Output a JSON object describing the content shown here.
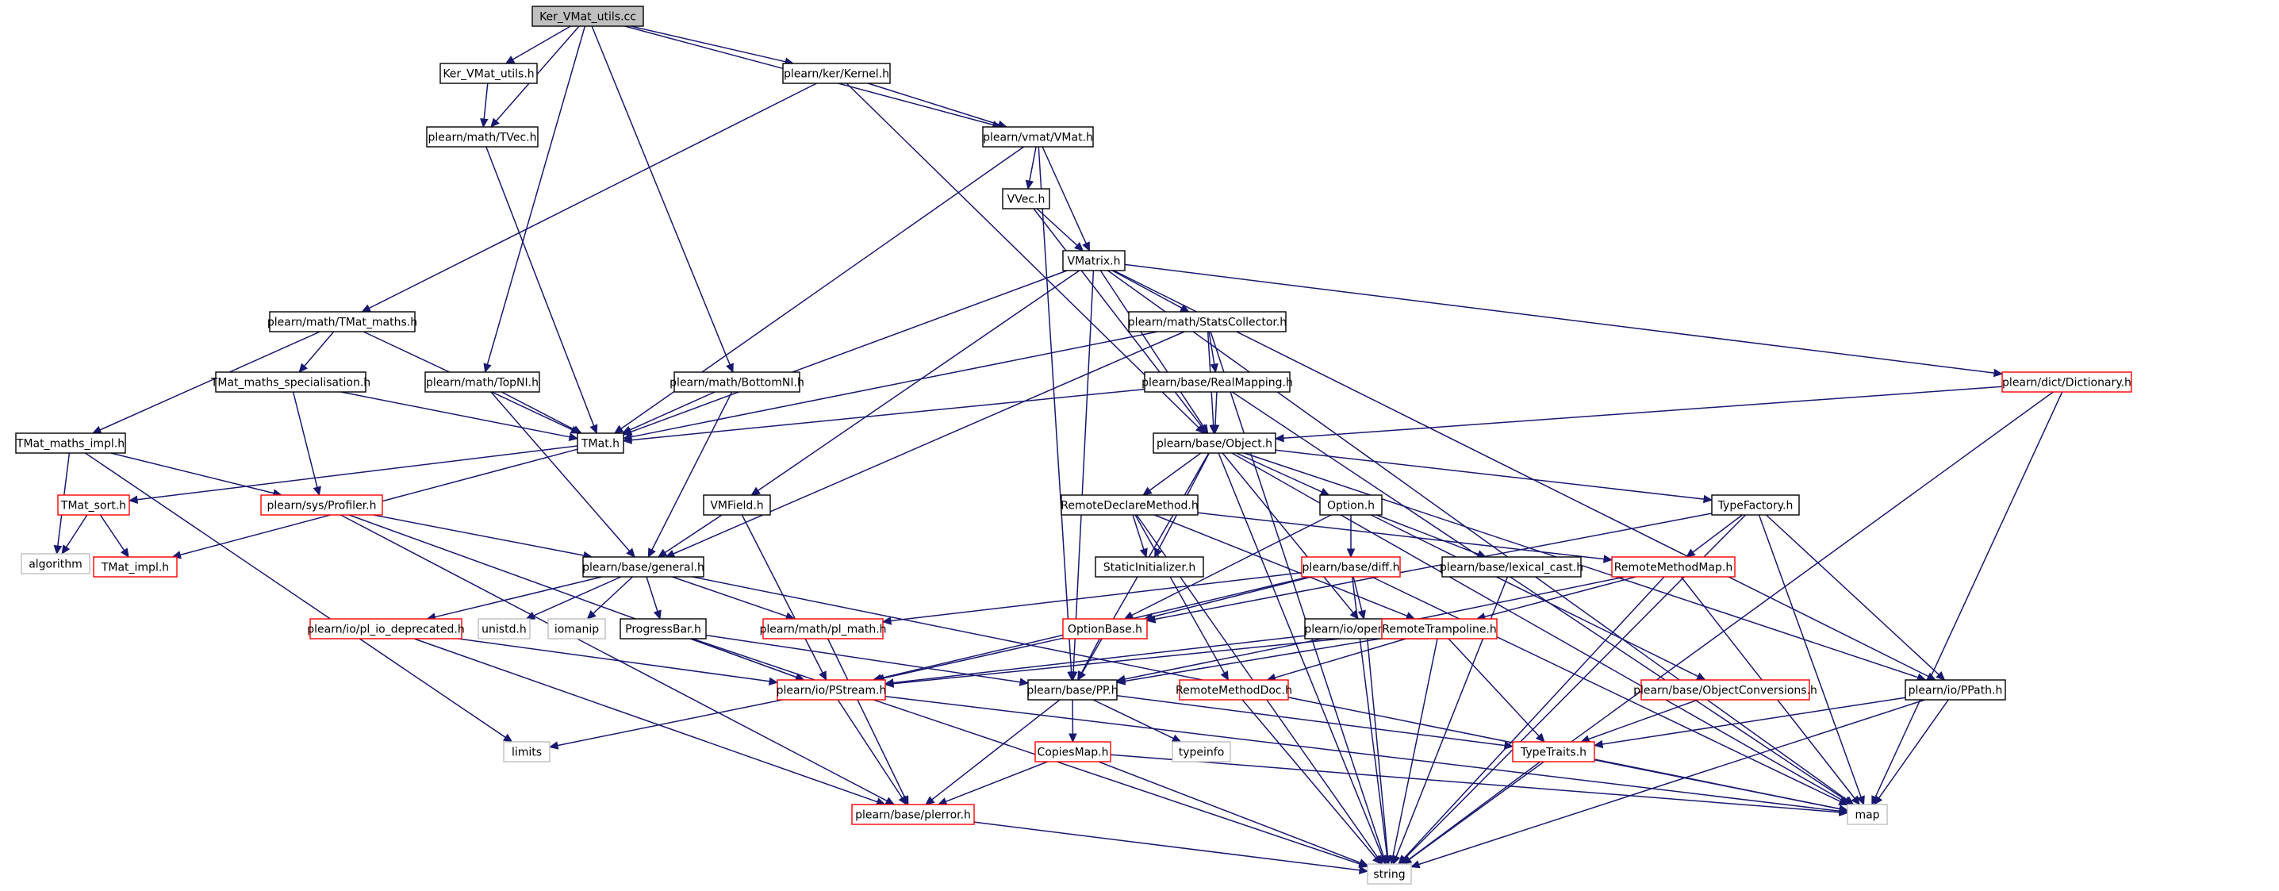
{
  "graph": {
    "title": "Ker_VMat_utils.cc",
    "colors": {
      "edge": "#191970",
      "root_fill": "#bfbfbf",
      "node_border_normal": "#000000",
      "node_border_incomplete": "#ff0000",
      "node_border_system": "#bfbfbf",
      "text": "#000000"
    },
    "nodes": [
      {
        "id": "root",
        "label": "Ker_VMat_utils.cc",
        "kind": "root"
      },
      {
        "id": "kvu",
        "label": "Ker_VMat_utils.h",
        "kind": "normal"
      },
      {
        "id": "tvec",
        "label": "plearn/math/TVec.h",
        "kind": "normal"
      },
      {
        "id": "kernel",
        "label": "plearn/ker/Kernel.h",
        "kind": "normal"
      },
      {
        "id": "vmat",
        "label": "plearn/vmat/VMat.h",
        "kind": "normal"
      },
      {
        "id": "vvec",
        "label": "VVec.h",
        "kind": "normal"
      },
      {
        "id": "vmatrix",
        "label": "VMatrix.h",
        "kind": "normal"
      },
      {
        "id": "tmatmaths",
        "label": "plearn/math/TMat_maths.h",
        "kind": "normal"
      },
      {
        "id": "statscol",
        "label": "plearn/math/StatsCollector.h",
        "kind": "normal"
      },
      {
        "id": "tmspec",
        "label": "TMat_maths_specialisation.h",
        "kind": "normal"
      },
      {
        "id": "topnl",
        "label": "plearn/math/TopNI.h",
        "kind": "normal"
      },
      {
        "id": "botnl",
        "label": "plearn/math/BottomNI.h",
        "kind": "normal"
      },
      {
        "id": "realmap",
        "label": "plearn/base/RealMapping.h",
        "kind": "normal"
      },
      {
        "id": "dict",
        "label": "plearn/dict/Dictionary.h",
        "kind": "incomplete"
      },
      {
        "id": "tmimpl",
        "label": "TMat_maths_impl.h",
        "kind": "normal"
      },
      {
        "id": "tmat",
        "label": "TMat.h",
        "kind": "normal"
      },
      {
        "id": "object",
        "label": "plearn/base/Object.h",
        "kind": "normal"
      },
      {
        "id": "tmsort",
        "label": "TMat_sort.h",
        "kind": "incomplete"
      },
      {
        "id": "profiler",
        "label": "plearn/sys/Profiler.h",
        "kind": "incomplete"
      },
      {
        "id": "vmfield",
        "label": "VMField.h",
        "kind": "normal"
      },
      {
        "id": "rdm",
        "label": "RemoteDeclareMethod.h",
        "kind": "normal"
      },
      {
        "id": "option",
        "label": "Option.h",
        "kind": "normal"
      },
      {
        "id": "typefac",
        "label": "TypeFactory.h",
        "kind": "normal"
      },
      {
        "id": "algorithm",
        "label": "algorithm",
        "kind": "system"
      },
      {
        "id": "tmatimpl",
        "label": "TMat_impl.h",
        "kind": "incomplete"
      },
      {
        "id": "general",
        "label": "plearn/base/general.h",
        "kind": "normal"
      },
      {
        "id": "staticinit",
        "label": "StaticInitializer.h",
        "kind": "normal"
      },
      {
        "id": "diff",
        "label": "plearn/base/diff.h",
        "kind": "incomplete"
      },
      {
        "id": "lexcast",
        "label": "plearn/base/lexical_cast.h",
        "kind": "normal"
      },
      {
        "id": "rmm",
        "label": "RemoteMethodMap.h",
        "kind": "incomplete"
      },
      {
        "id": "pliodep",
        "label": "plearn/io/pl_io_deprecated.h",
        "kind": "incomplete"
      },
      {
        "id": "unistd",
        "label": "unistd.h",
        "kind": "system"
      },
      {
        "id": "iomanip",
        "label": "iomanip",
        "kind": "system"
      },
      {
        "id": "progress",
        "label": "ProgressBar.h",
        "kind": "normal"
      },
      {
        "id": "plmath",
        "label": "plearn/math/pl_math.h",
        "kind": "incomplete"
      },
      {
        "id": "optbase",
        "label": "OptionBase.h",
        "kind": "incomplete"
      },
      {
        "id": "openstr",
        "label": "plearn/io/openString.h",
        "kind": "normal"
      },
      {
        "id": "rtramp",
        "label": "RemoteTrampoline.h",
        "kind": "incomplete"
      },
      {
        "id": "pstream",
        "label": "plearn/io/PStream.h",
        "kind": "incomplete"
      },
      {
        "id": "pp",
        "label": "plearn/base/PP.h",
        "kind": "normal"
      },
      {
        "id": "rmdoc",
        "label": "RemoteMethodDoc.h",
        "kind": "incomplete"
      },
      {
        "id": "objconv",
        "label": "plearn/base/ObjectConversions.h",
        "kind": "incomplete"
      },
      {
        "id": "ppath",
        "label": "plearn/io/PPath.h",
        "kind": "normal"
      },
      {
        "id": "limits",
        "label": "limits",
        "kind": "system"
      },
      {
        "id": "copiesmap",
        "label": "CopiesMap.h",
        "kind": "incomplete"
      },
      {
        "id": "typeinfo",
        "label": "typeinfo",
        "kind": "system"
      },
      {
        "id": "typetraits",
        "label": "TypeTraits.h",
        "kind": "incomplete"
      },
      {
        "id": "map",
        "label": "map",
        "kind": "system"
      },
      {
        "id": "plerror",
        "label": "plearn/base/plerror.h",
        "kind": "incomplete"
      },
      {
        "id": "string",
        "label": "string",
        "kind": "system"
      }
    ],
    "edges": [
      [
        "root",
        "kvu"
      ],
      [
        "root",
        "tvec"
      ],
      [
        "root",
        "kernel"
      ],
      [
        "root",
        "vmat"
      ],
      [
        "root",
        "topnl"
      ],
      [
        "root",
        "botnl"
      ],
      [
        "kvu",
        "tvec"
      ],
      [
        "tvec",
        "tmat"
      ],
      [
        "kernel",
        "vmat"
      ],
      [
        "kernel",
        "tmatmaths"
      ],
      [
        "kernel",
        "object"
      ],
      [
        "vmat",
        "vvec"
      ],
      [
        "vmat",
        "vmatrix"
      ],
      [
        "vmat",
        "tmat"
      ],
      [
        "vmat",
        "pp"
      ],
      [
        "vvec",
        "vmatrix"
      ],
      [
        "vvec",
        "object"
      ],
      [
        "vmatrix",
        "statscol"
      ],
      [
        "vmatrix",
        "tmat"
      ],
      [
        "vmatrix",
        "object"
      ],
      [
        "vmatrix",
        "vmfield"
      ],
      [
        "vmatrix",
        "pp"
      ],
      [
        "vmatrix",
        "ppath"
      ],
      [
        "vmatrix",
        "map"
      ],
      [
        "vmatrix",
        "dict"
      ],
      [
        "tmatmaths",
        "tmspec"
      ],
      [
        "tmatmaths",
        "tmimpl"
      ],
      [
        "tmatmaths",
        "tmat"
      ],
      [
        "tmspec",
        "tmat"
      ],
      [
        "tmspec",
        "profiler"
      ],
      [
        "statscol",
        "tmat"
      ],
      [
        "statscol",
        "realmap"
      ],
      [
        "statscol",
        "object"
      ],
      [
        "statscol",
        "general"
      ],
      [
        "statscol",
        "string"
      ],
      [
        "topnl",
        "tmat"
      ],
      [
        "topnl",
        "general"
      ],
      [
        "botnl",
        "tmat"
      ],
      [
        "botnl",
        "general"
      ],
      [
        "realmap",
        "tmat"
      ],
      [
        "realmap",
        "object"
      ],
      [
        "realmap",
        "map"
      ],
      [
        "dict",
        "object"
      ],
      [
        "dict",
        "map"
      ],
      [
        "dict",
        "string"
      ],
      [
        "tmimpl",
        "algorithm"
      ],
      [
        "tmimpl",
        "profiler"
      ],
      [
        "tmimpl",
        "limits"
      ],
      [
        "tmat",
        "tmsort"
      ],
      [
        "tmat",
        "tmatimpl"
      ],
      [
        "tmsort",
        "algorithm"
      ],
      [
        "tmsort",
        "tmatimpl"
      ],
      [
        "profiler",
        "general"
      ],
      [
        "profiler",
        "pstream"
      ],
      [
        "profiler",
        "plerror"
      ],
      [
        "object",
        "rdm"
      ],
      [
        "object",
        "option"
      ],
      [
        "object",
        "typefac"
      ],
      [
        "object",
        "staticinit"
      ],
      [
        "object",
        "openstr"
      ],
      [
        "object",
        "pp"
      ],
      [
        "object",
        "ppath"
      ],
      [
        "object",
        "map"
      ],
      [
        "object",
        "string"
      ],
      [
        "vmfield",
        "general"
      ],
      [
        "vmfield",
        "pstream"
      ],
      [
        "rdm",
        "staticinit"
      ],
      [
        "rdm",
        "rmm"
      ],
      [
        "rdm",
        "rtramp"
      ],
      [
        "rdm",
        "rmdoc"
      ],
      [
        "rdm",
        "string"
      ],
      [
        "option",
        "diff"
      ],
      [
        "option",
        "lexcast"
      ],
      [
        "option",
        "optbase"
      ],
      [
        "option",
        "objconv"
      ],
      [
        "typefac",
        "rmm"
      ],
      [
        "typefac",
        "optbase"
      ],
      [
        "typefac",
        "ppath"
      ],
      [
        "typefac",
        "map"
      ],
      [
        "typefac",
        "string"
      ],
      [
        "general",
        "pliodep"
      ],
      [
        "general",
        "unistd"
      ],
      [
        "general",
        "iomanip"
      ],
      [
        "general",
        "progress"
      ],
      [
        "general",
        "plmath"
      ],
      [
        "general",
        "map"
      ],
      [
        "diff",
        "plmath"
      ],
      [
        "diff",
        "optbase"
      ],
      [
        "diff",
        "openstr"
      ],
      [
        "diff",
        "pstream"
      ],
      [
        "diff",
        "map"
      ],
      [
        "diff",
        "string"
      ],
      [
        "lexcast",
        "string"
      ],
      [
        "rmm",
        "rtramp"
      ],
      [
        "rmm",
        "pp"
      ],
      [
        "rmm",
        "map"
      ],
      [
        "rmm",
        "string"
      ],
      [
        "pliodep",
        "pstream"
      ],
      [
        "pliodep",
        "plerror"
      ],
      [
        "progress",
        "pstream"
      ],
      [
        "progress",
        "pp"
      ],
      [
        "progress",
        "string"
      ],
      [
        "plmath",
        "plerror"
      ],
      [
        "optbase",
        "pstream"
      ],
      [
        "optbase",
        "pp"
      ],
      [
        "openstr",
        "pstream"
      ],
      [
        "openstr",
        "string"
      ],
      [
        "rtramp",
        "pstream"
      ],
      [
        "rtramp",
        "pp"
      ],
      [
        "rtramp",
        "rmdoc"
      ],
      [
        "rtramp",
        "typetraits"
      ],
      [
        "rtramp",
        "string"
      ],
      [
        "pstream",
        "limits"
      ],
      [
        "pstream",
        "plerror"
      ],
      [
        "pstream",
        "map"
      ],
      [
        "pp",
        "copiesmap"
      ],
      [
        "pp",
        "typeinfo"
      ],
      [
        "pp",
        "typetraits"
      ],
      [
        "pp",
        "plerror"
      ],
      [
        "rmdoc",
        "string"
      ],
      [
        "objconv",
        "typetraits"
      ],
      [
        "ppath",
        "typetraits"
      ],
      [
        "ppath",
        "map"
      ],
      [
        "ppath",
        "string"
      ],
      [
        "copiesmap",
        "plerror"
      ],
      [
        "copiesmap",
        "map"
      ],
      [
        "copiesmap",
        "string"
      ],
      [
        "typetraits",
        "map"
      ],
      [
        "typetraits",
        "string"
      ],
      [
        "plerror",
        "string"
      ]
    ]
  }
}
